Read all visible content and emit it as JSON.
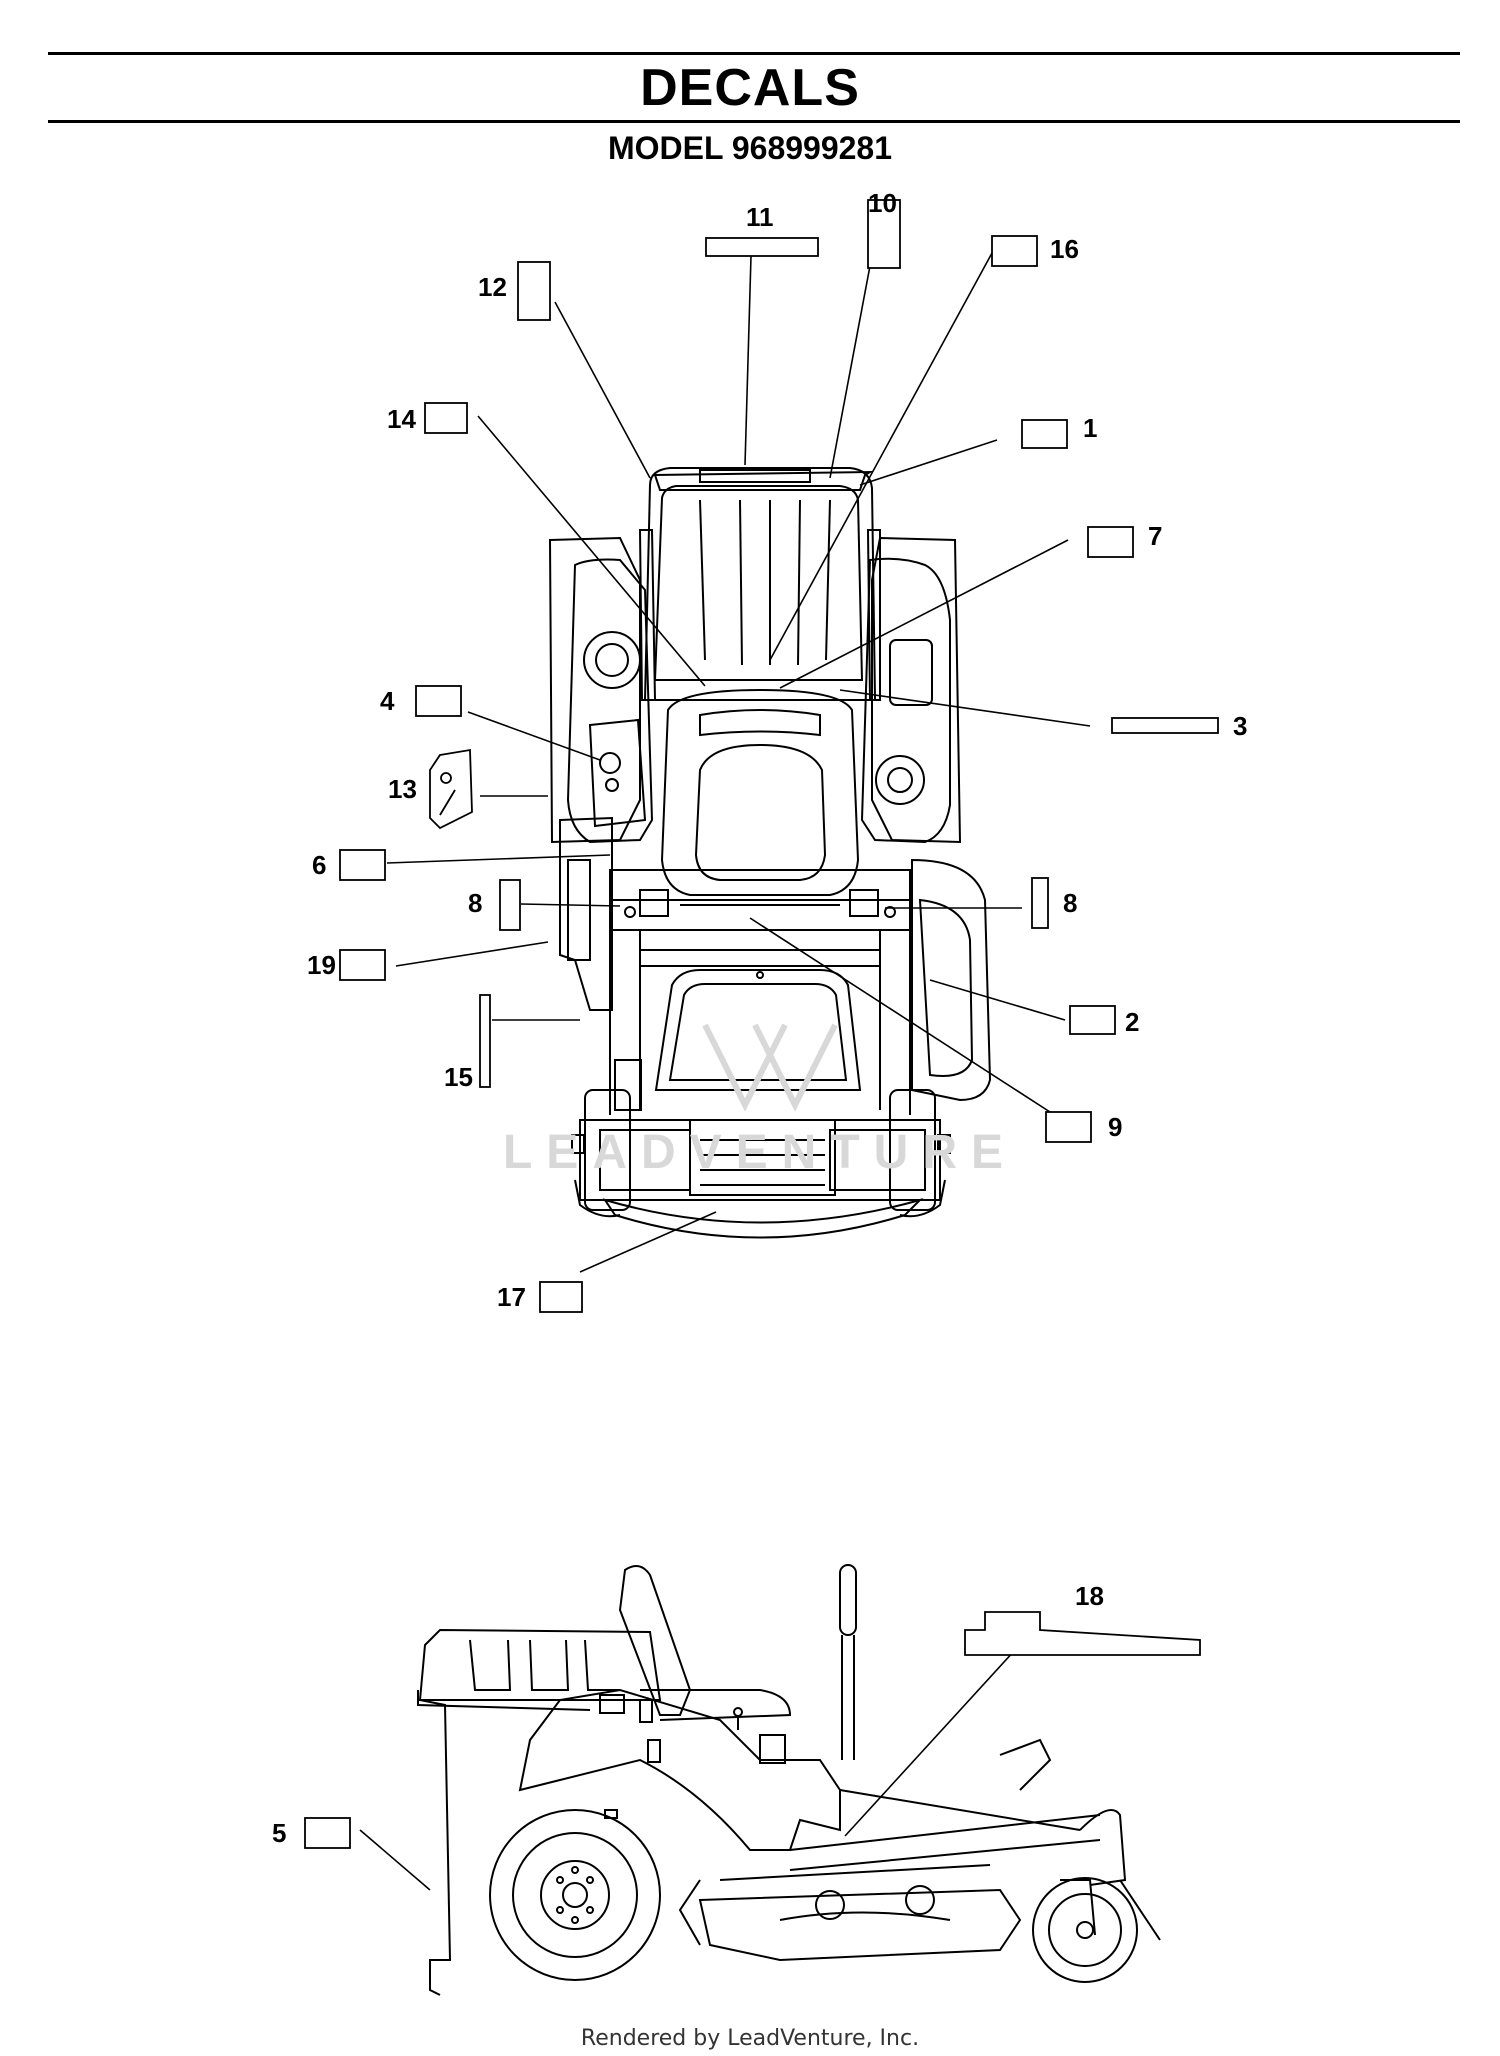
{
  "header": {
    "title": "DECALS",
    "model": "MODEL 968999281"
  },
  "callouts": [
    {
      "id": "c1",
      "label": "1"
    },
    {
      "id": "c2",
      "label": "2"
    },
    {
      "id": "c3",
      "label": "3"
    },
    {
      "id": "c4",
      "label": "4"
    },
    {
      "id": "c5",
      "label": "5"
    },
    {
      "id": "c6",
      "label": "6"
    },
    {
      "id": "c7",
      "label": "7"
    },
    {
      "id": "c8a",
      "label": "8"
    },
    {
      "id": "c8b",
      "label": "8"
    },
    {
      "id": "c9",
      "label": "9"
    },
    {
      "id": "c10",
      "label": "10"
    },
    {
      "id": "c11",
      "label": "11"
    },
    {
      "id": "c12",
      "label": "12"
    },
    {
      "id": "c13",
      "label": "13"
    },
    {
      "id": "c14",
      "label": "14"
    },
    {
      "id": "c15",
      "label": "15"
    },
    {
      "id": "c16",
      "label": "16"
    },
    {
      "id": "c17",
      "label": "17"
    },
    {
      "id": "c18",
      "label": "18"
    },
    {
      "id": "c19",
      "label": "19"
    }
  ],
  "footer": {
    "credit": "Rendered by LeadVenture, Inc."
  }
}
